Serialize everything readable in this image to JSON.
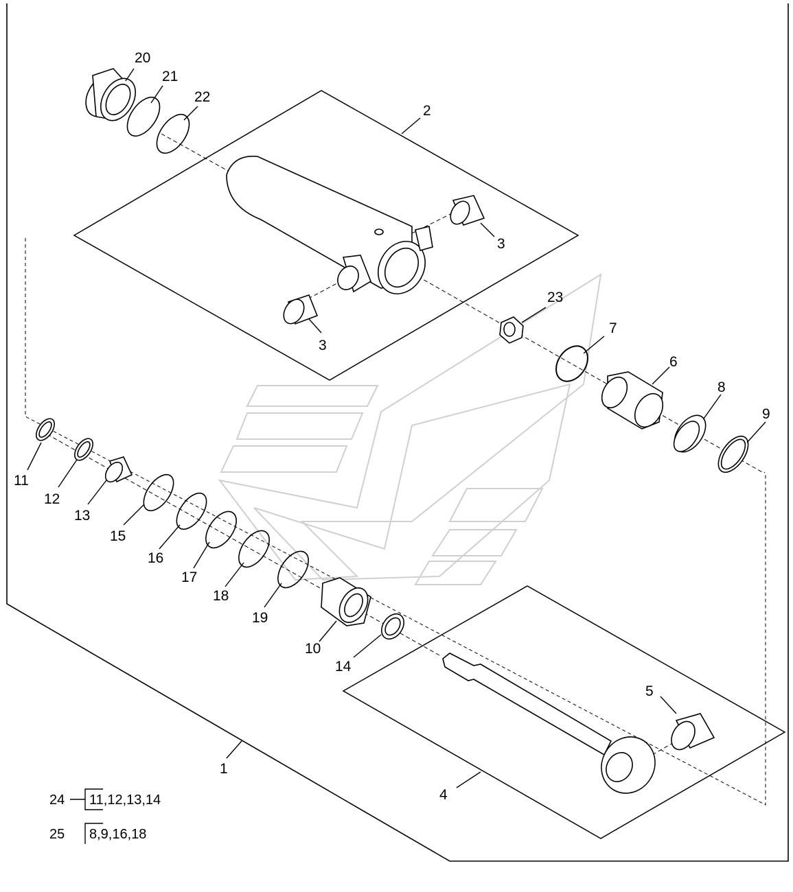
{
  "callouts": {
    "c1": "1",
    "c2": "2",
    "c3a": "3",
    "c3b": "3",
    "c4": "4",
    "c5": "5",
    "c6": "6",
    "c7": "7",
    "c8": "8",
    "c9": "9",
    "c10": "10",
    "c11": "11",
    "c12": "12",
    "c13": "13",
    "c14": "14",
    "c15": "15",
    "c16": "16",
    "c17": "17",
    "c18": "18",
    "c19": "19",
    "c20": "20",
    "c21": "21",
    "c22": "22",
    "c23": "23"
  },
  "legend": [
    {
      "number": "24",
      "parts": "11,12,13,14"
    },
    {
      "number": "25",
      "parts": "8,9,16,18"
    }
  ]
}
